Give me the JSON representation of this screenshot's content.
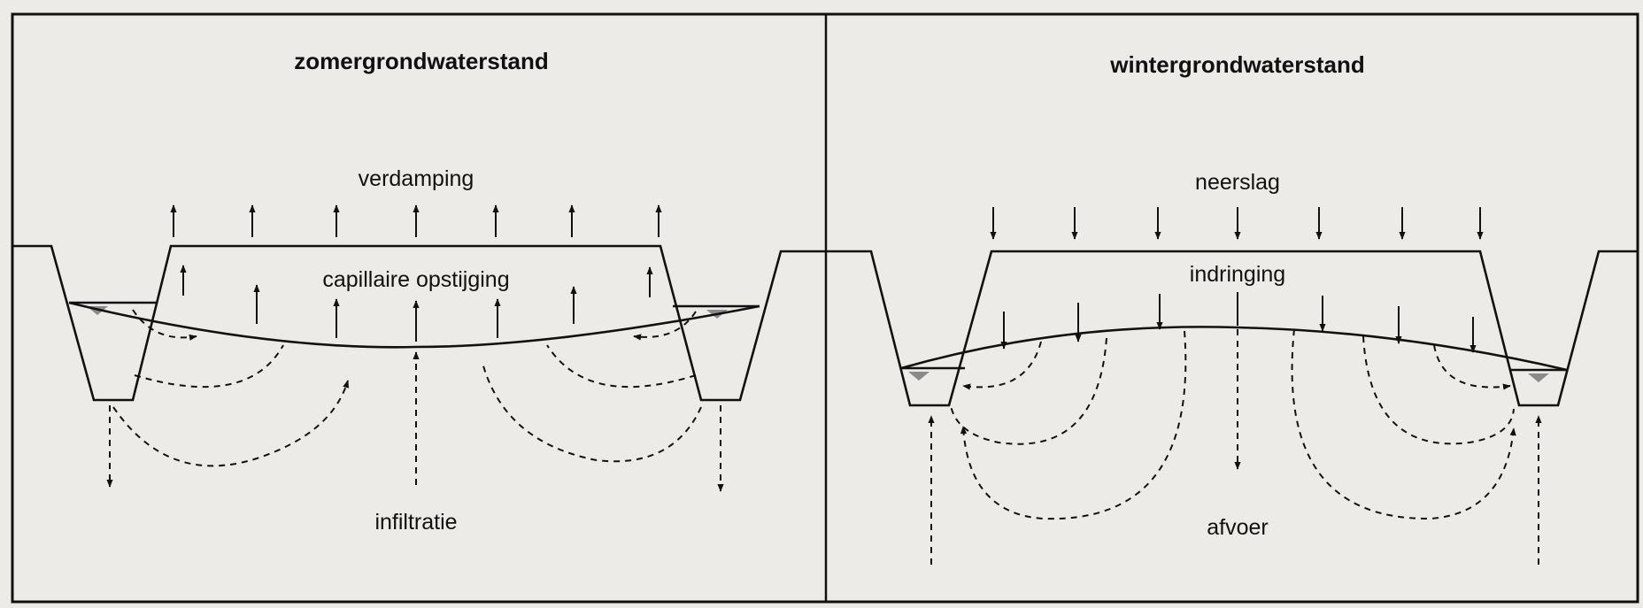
{
  "panels": {
    "summer": {
      "title": "zomergrondwaterstand",
      "label_top": "verdamping",
      "label_middle": "capillaire opstijging",
      "label_bottom": "infiltratie"
    },
    "winter": {
      "title": "wintergrondwaterstand",
      "label_top": "neerslag",
      "label_middle": "indringing",
      "label_bottom": "afvoer"
    }
  },
  "colors": {
    "ink": "#111111",
    "paper": "#ecebe8",
    "water": "#8a8a8a"
  }
}
